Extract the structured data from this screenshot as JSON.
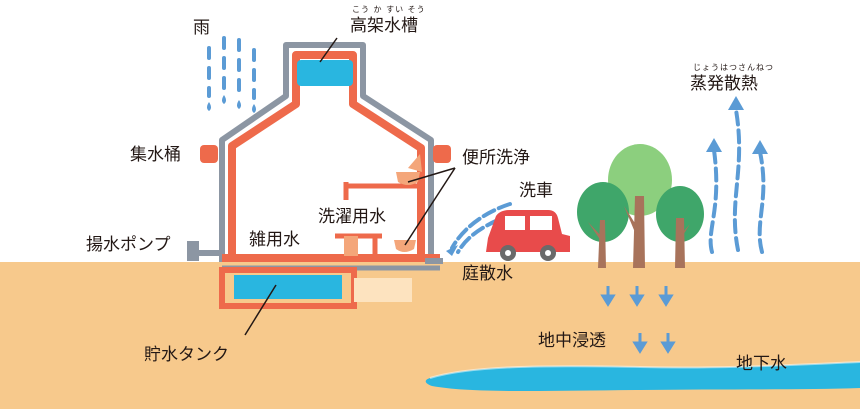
{
  "labels": {
    "rain": "雨",
    "elevated_tank": "高架水槽",
    "elevated_tank_ruby": "こう か すい そう",
    "gutter": "集水桶",
    "toilet_flush": "便所洗浄",
    "car_wash": "洗車",
    "laundry_water": "洗濯用水",
    "misc_water": "雑用水",
    "pump": "揚水ポンプ",
    "garden_watering": "庭散水",
    "storage_tank": "貯水タンク",
    "infiltration": "地中浸透",
    "groundwater": "地下水",
    "evapotranspiration": "蒸発散熱",
    "evapotranspiration_ruby": "じょうはつさんねつ"
  },
  "colors": {
    "ground": "#f7c98c",
    "water_blue": "#29b6e0",
    "arrow_blue": "#5b9bd5",
    "pipe_red": "#ee6a4b",
    "pipe_gray": "#8c96a3",
    "tree_green": "#3fa66a",
    "tree_light_green": "#8ccf7e",
    "trunk_brown": "#a8735b",
    "car_red": "#e84b4b"
  }
}
